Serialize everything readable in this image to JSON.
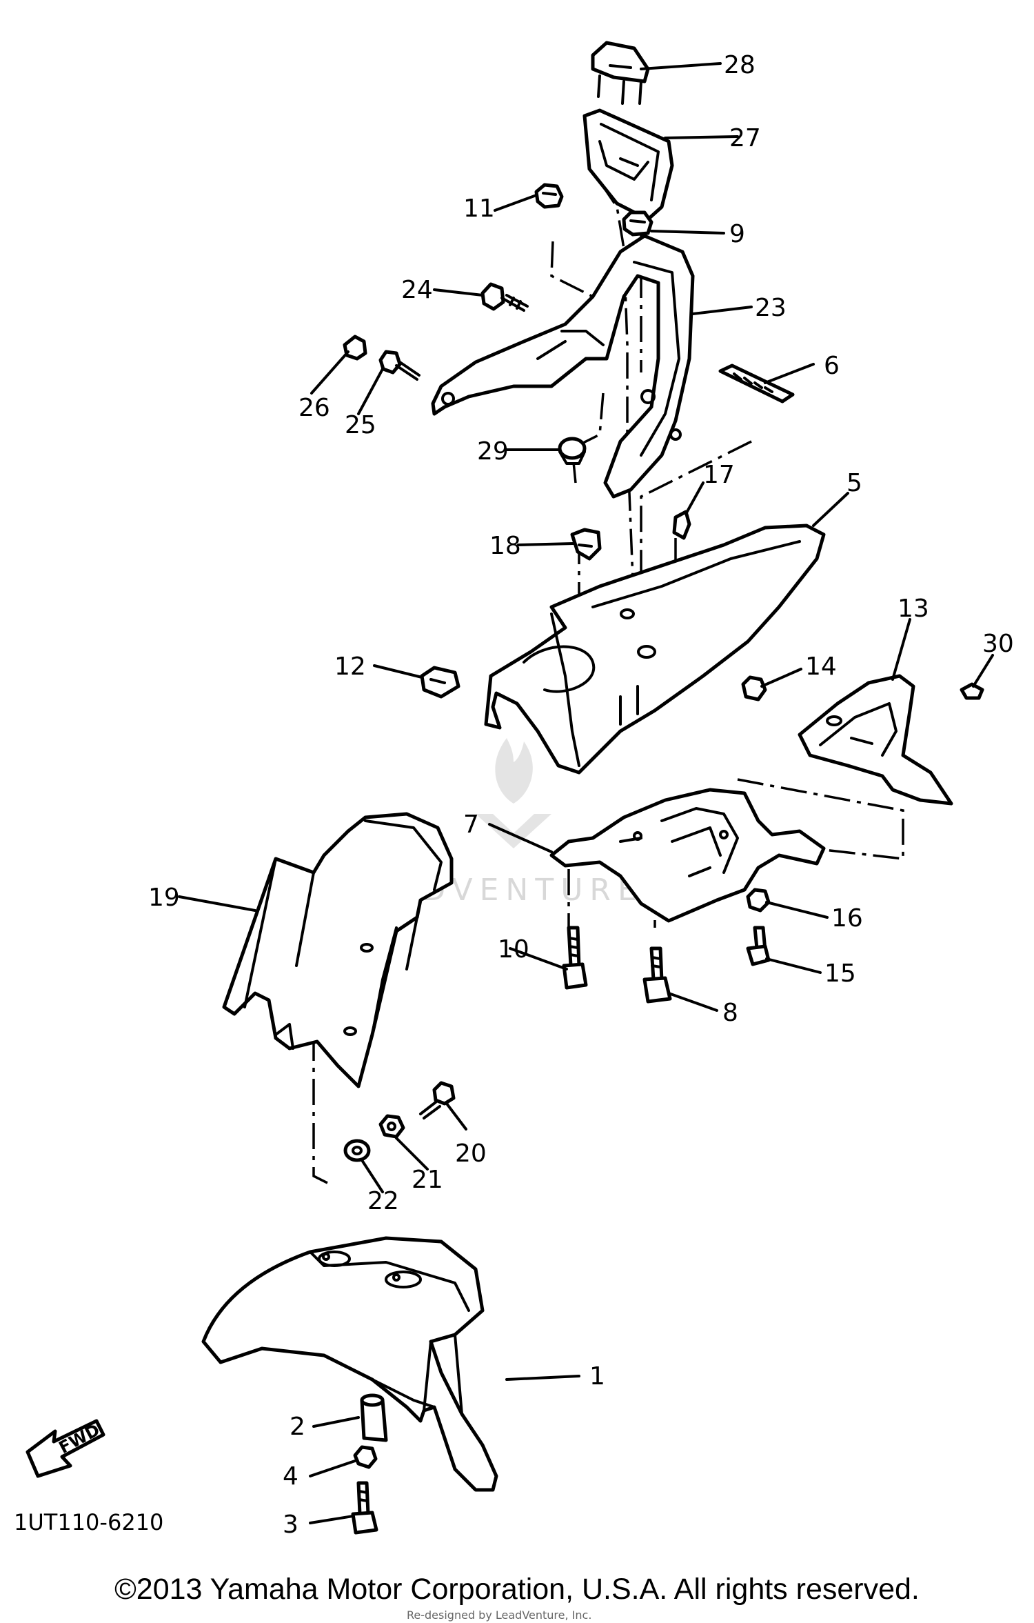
{
  "diagram": {
    "callouts": [
      "1",
      "2",
      "3",
      "4",
      "5",
      "6",
      "7",
      "8",
      "9",
      "10",
      "11",
      "12",
      "13",
      "14",
      "15",
      "16",
      "17",
      "18",
      "19",
      "20",
      "21",
      "22",
      "23",
      "24",
      "25",
      "26",
      "27",
      "28",
      "29",
      "30"
    ],
    "code": "1UT110-6210",
    "fwd_label": "FWD",
    "watermark": "LEADVENTURE"
  },
  "footer": {
    "copyright": "©2013 Yamaha Motor Corporation, U.S.A. All rights reserved.",
    "fineprint": "Re-designed by LeadVenture, Inc."
  }
}
